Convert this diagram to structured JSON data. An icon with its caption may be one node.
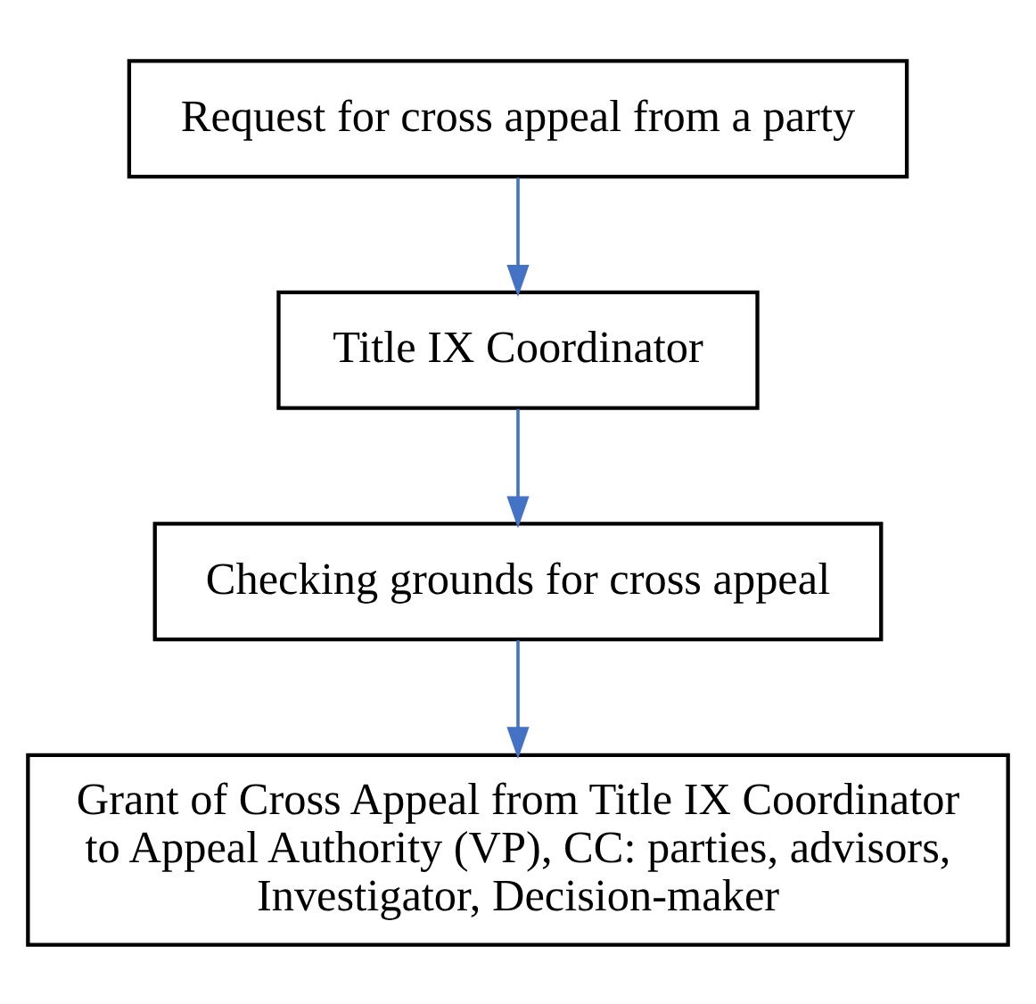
{
  "diagram": {
    "nodes": [
      {
        "text": [
          "Request for cross appeal from a party"
        ]
      },
      {
        "text": [
          "Title IX Coordinator"
        ]
      },
      {
        "text": [
          "Checking grounds for cross appeal"
        ]
      },
      {
        "text": [
          "Grant of Cross Appeal from Title IX Coordinator to Appeal Authority (VP), CC: parties, advisors, Investigator, Decision-maker"
        ]
      }
    ],
    "edges": [
      {
        "from": 0,
        "to": 1,
        "arrow": "to"
      },
      {
        "from": 1,
        "to": 2,
        "arrow": "to"
      },
      {
        "from": 2,
        "to": 3,
        "arrow": "to"
      }
    ]
  }
}
